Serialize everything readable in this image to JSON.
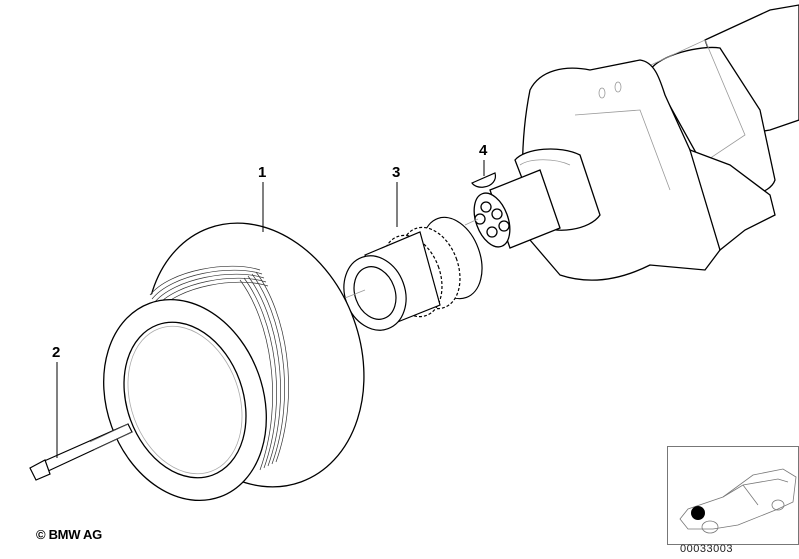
{
  "diagram": {
    "type": "exploded-parts-diagram",
    "subject": "Crankshaft vibration damper assembly",
    "callouts": [
      {
        "number": "1",
        "part": "vibration-damper-pulley"
      },
      {
        "number": "2",
        "part": "bolt"
      },
      {
        "number": "3",
        "part": "sprocket-hub"
      },
      {
        "number": "4",
        "part": "woodruff-key"
      }
    ],
    "other_parts": [
      "crankshaft"
    ]
  },
  "footer": {
    "copyright": "© BMW AG",
    "image_number": "00033003"
  },
  "thumbnail": {
    "description": "car-location-indicator",
    "marker_color": "#000000"
  },
  "colors": {
    "background": "#ffffff",
    "line": "#000000",
    "shade": "#9a9a9a"
  }
}
